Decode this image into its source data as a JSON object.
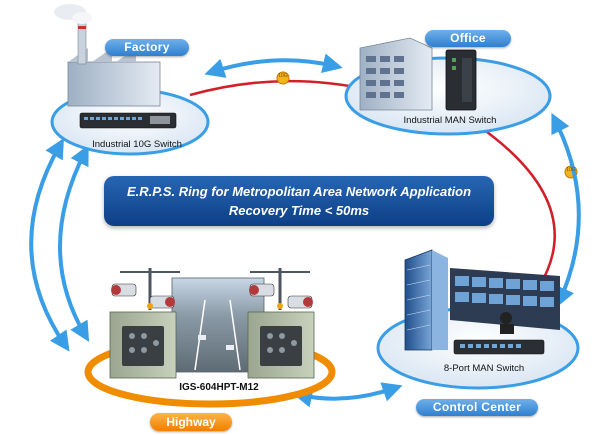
{
  "banner": {
    "line1": "E.R.P.S. Ring for Metropolitan Area Network Application",
    "line2": "Recovery Time < 50ms"
  },
  "nodes": {
    "factory": {
      "label": "Factory",
      "device": "Industrial 10G Switch"
    },
    "office": {
      "label": "Office",
      "device": "Industrial MAN Switch"
    },
    "control_center": {
      "label": "Control Center",
      "device": "8-Port MAN Switch"
    },
    "highway": {
      "label": "Highway",
      "device": "IGS-604HPT-M12"
    }
  },
  "links": {
    "fiber_badge_top": "10G",
    "fiber_badge_right": "10G"
  },
  "colors": {
    "ring_red": "#d0202a",
    "arrow_blue": "#3a9ee6",
    "label_blue": "#2f7fd0",
    "label_orange": "#f07f00",
    "banner_navy": "#0d3f86"
  }
}
